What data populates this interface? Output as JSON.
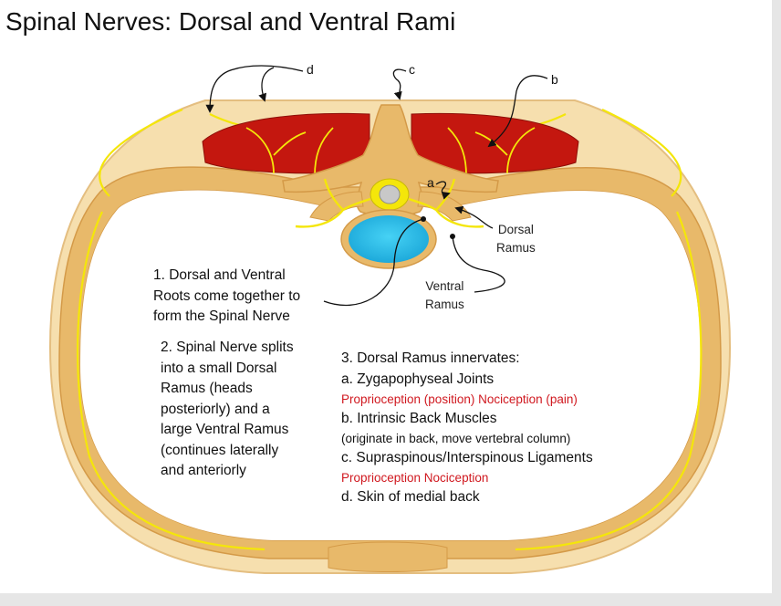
{
  "title": "Spinal Nerves: Dorsal and Ventral Rami",
  "letters": {
    "a": "a",
    "b": "b",
    "c": "c",
    "d": "d"
  },
  "labels": {
    "dorsal_ramus": [
      "Dorsal",
      "Ramus"
    ],
    "ventral_ramus": [
      "Ventral",
      "Ramus"
    ]
  },
  "note1": [
    "1. Dorsal and Ventral",
    "Roots come together to",
    "form the Spinal Nerve"
  ],
  "note2": [
    "2. Spinal Nerve splits",
    "into a small Dorsal",
    "Ramus (heads",
    "posteriorly) and a",
    "large Ventral Ramus",
    "(continues laterally",
    "and anteriorly"
  ],
  "note3": {
    "heading": "3. Dorsal Ramus innervates:",
    "a": "a. Zygapophyseal Joints",
    "a_sub": "Proprioception (position) Nociception (pain)",
    "b": "b. Intrinsic Back Muscles",
    "b_sub": "(originate in back, move vertebral column)",
    "c": "c. Supraspinous/Interspinous Ligaments",
    "c_sub": "Proprioception Nociception",
    "d": "d. Skin of medial back"
  },
  "colors": {
    "skin": "#f6dfae",
    "bone": "#e8b96a",
    "muscle": "#c4170f",
    "nerve": "#f4e60a",
    "disc": "#2ec3ee",
    "accent_text": "#d0181f"
  }
}
